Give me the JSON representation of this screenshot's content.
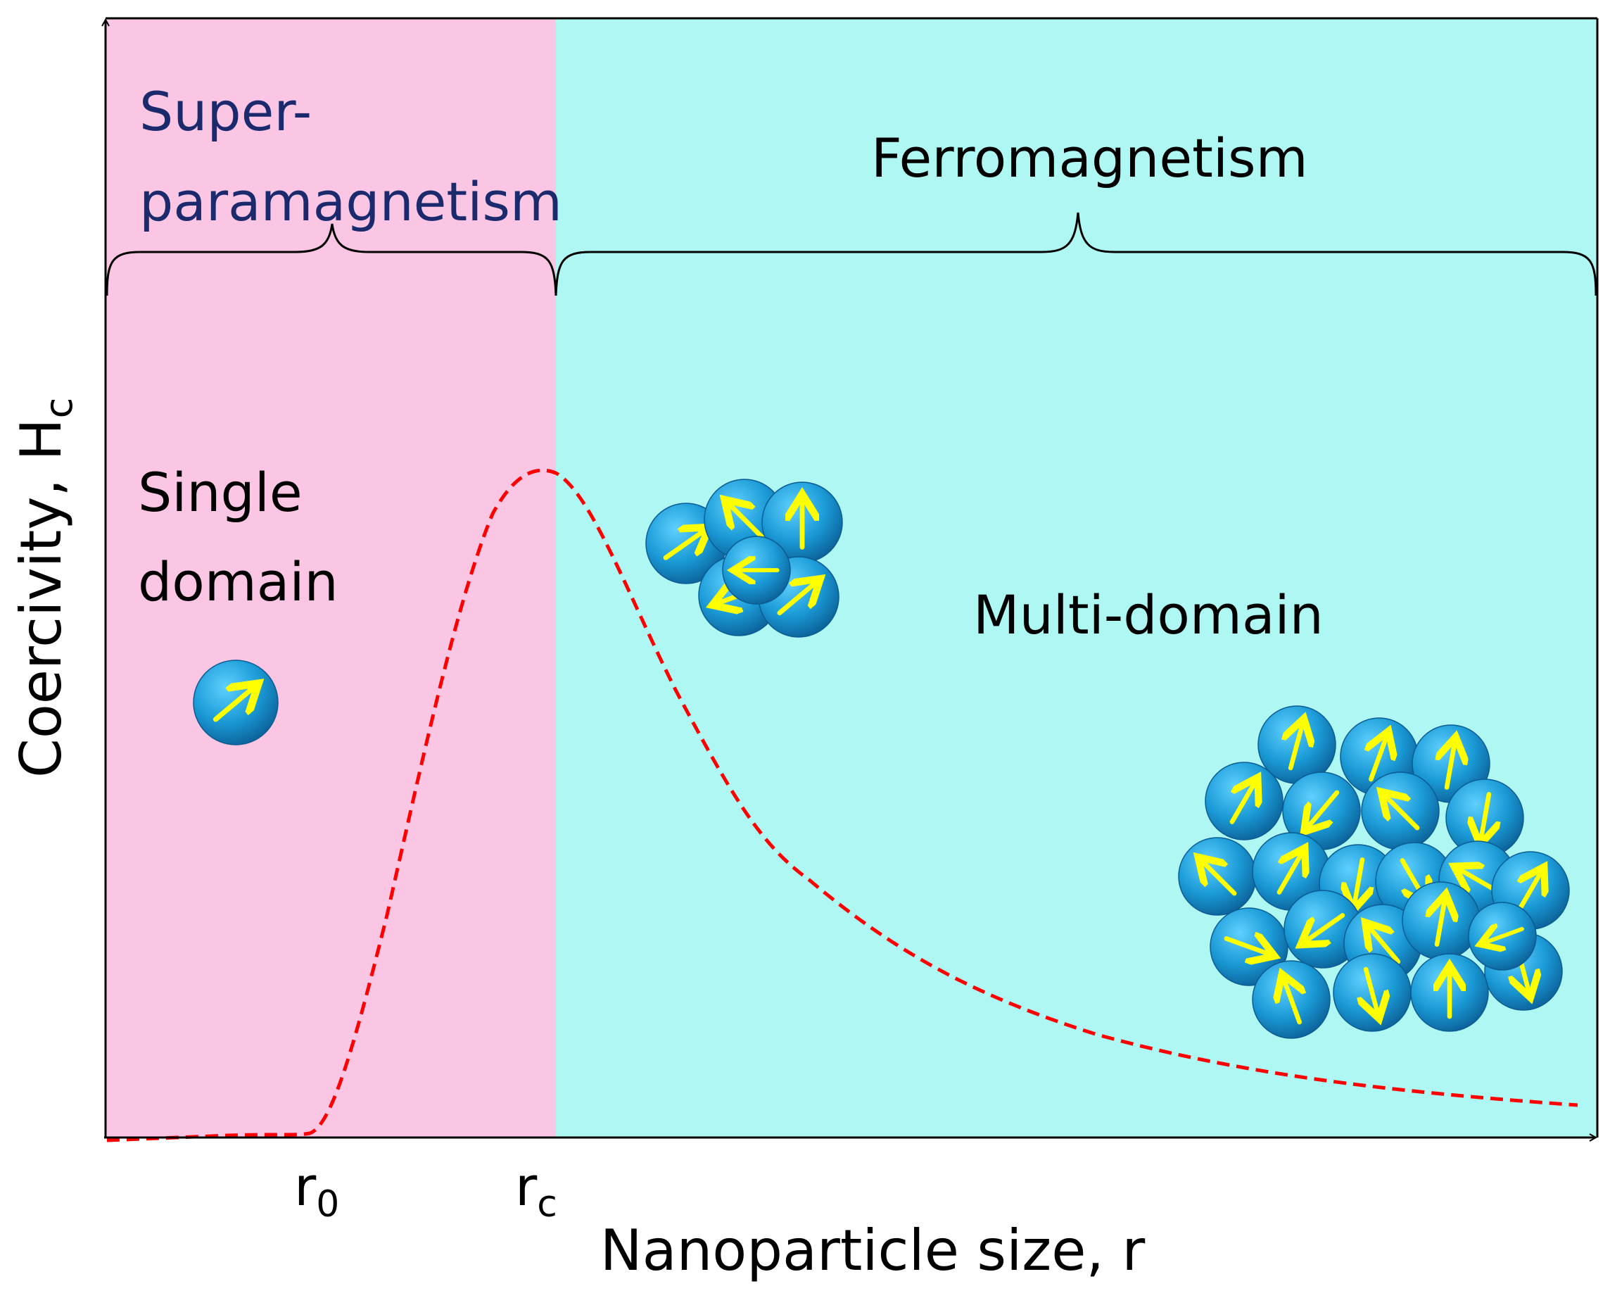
{
  "colors": {
    "superparamagnetic_region": "#fbc6e4",
    "ferromagnetic_region": "#aef7f2",
    "curve": "#ff0000",
    "axis": "#000000",
    "regime_label_super": "#1a2a6c",
    "regime_label_ferro": "#000000",
    "particle_fill": "#1a9ad6",
    "particle_highlight": "#5fd0ff",
    "particle_shadow": "#0b5c93",
    "domain_arrow": "#ffff00"
  },
  "labels": {
    "super_line1": "Super-",
    "super_line2": "paramagnetism",
    "ferro": "Ferromagnetism",
    "single_line1": "Single",
    "single_line2": "domain",
    "multi": "Multi-domain",
    "y_axis_main": "Coercivity, H",
    "y_axis_sub": "c",
    "x_axis": "Nanoparticle size, r",
    "tick_r0_main": "r",
    "tick_r0_sub": "0",
    "tick_rc_main": "r",
    "tick_rc_sub": "c"
  },
  "icons": {
    "single_particle": "single-domain-particle-icon",
    "small_cluster": "multi-domain-cluster-icon",
    "large_cluster": "multi-domain-cluster-icon"
  },
  "curve": {
    "style": "dashed",
    "shape": "flat near zero up to r0, rises to a maximum at rc, then decays toward zero for large r"
  }
}
